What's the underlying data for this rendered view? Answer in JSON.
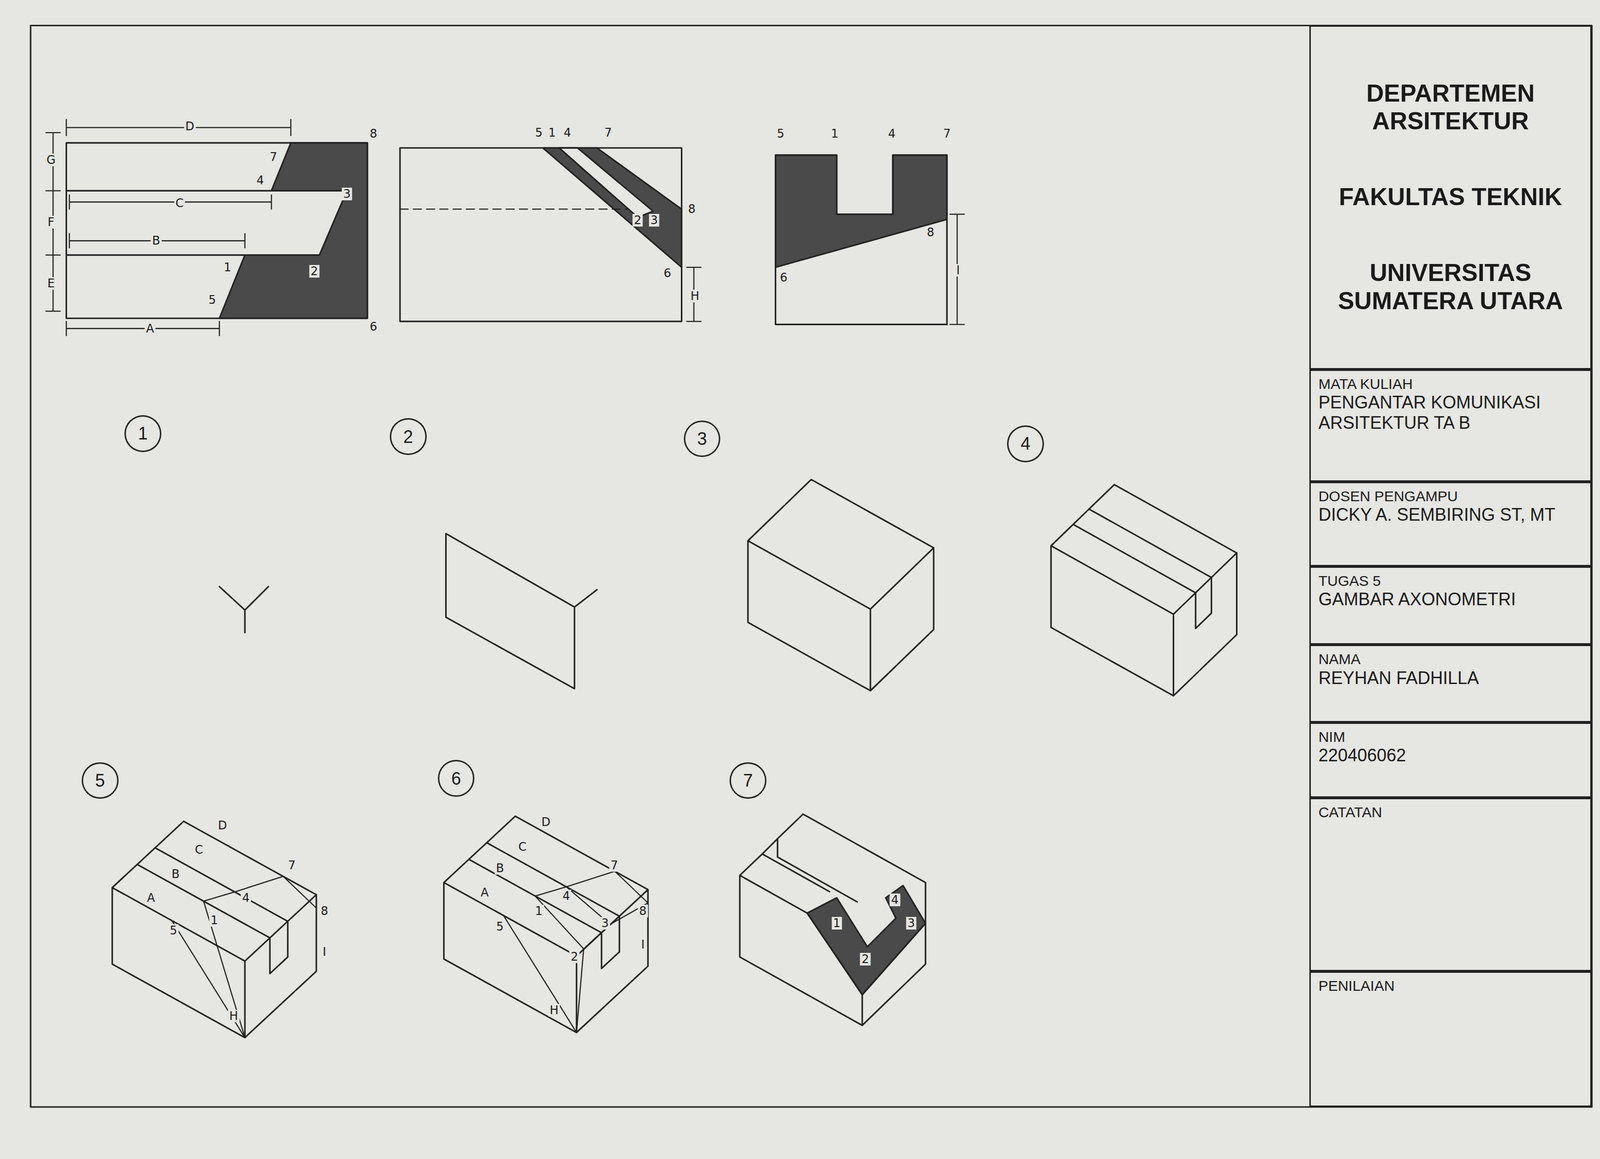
{
  "diagram": {
    "nodes": [
      {
        "text": [
          "DEPARTEMEN ARSITEKTUR",
          "FAKULTAS TEKNIK",
          "UNIVERSITAS SUMATERA UTARA"
        ]
      },
      {
        "text": [
          "MATA KULIAH",
          "PENGANTAR KOMUNIKASI ARSITEKTUR TA B"
        ]
      },
      {
        "text": [
          "DOSEN PENGAMPU",
          "DICKY A. SEMBIRING ST, MT"
        ]
      },
      {
        "text": [
          "TUGAS 5",
          "GAMBAR AXONOMETRI"
        ]
      },
      {
        "text": [
          "NAMA",
          "REYHAN FADHILLA"
        ]
      },
      {
        "text": [
          "NIM",
          "220406062"
        ]
      },
      {
        "text": [
          "CATATAN"
        ]
      },
      {
        "text": [
          "PENILAIAN"
        ]
      },
      {
        "text": [
          "1"
        ]
      },
      {
        "text": [
          "2"
        ]
      },
      {
        "text": [
          "3"
        ]
      },
      {
        "text": [
          "4"
        ]
      },
      {
        "text": [
          "5"
        ]
      },
      {
        "text": [
          "6"
        ]
      },
      {
        "text": [
          "7"
        ]
      }
    ],
    "labels": [
      "D",
      "C",
      "B",
      "A",
      "G",
      "F",
      "E",
      "8",
      "7",
      "4",
      "3",
      "2",
      "1",
      "5",
      "6",
      "5",
      "1",
      "4",
      "7",
      "2",
      "3",
      "8",
      "6",
      "H",
      "5",
      "1",
      "4",
      "7",
      "8",
      "6",
      "I",
      "D",
      "C",
      "B",
      "A",
      "7",
      "4",
      "5",
      "1",
      "8",
      "I",
      "H",
      "D",
      "C",
      "B",
      "A",
      "7",
      "4",
      "5",
      "1",
      "3",
      "2",
      "8",
      "I",
      "H",
      "4",
      "3",
      "1",
      "2"
    ]
  }
}
